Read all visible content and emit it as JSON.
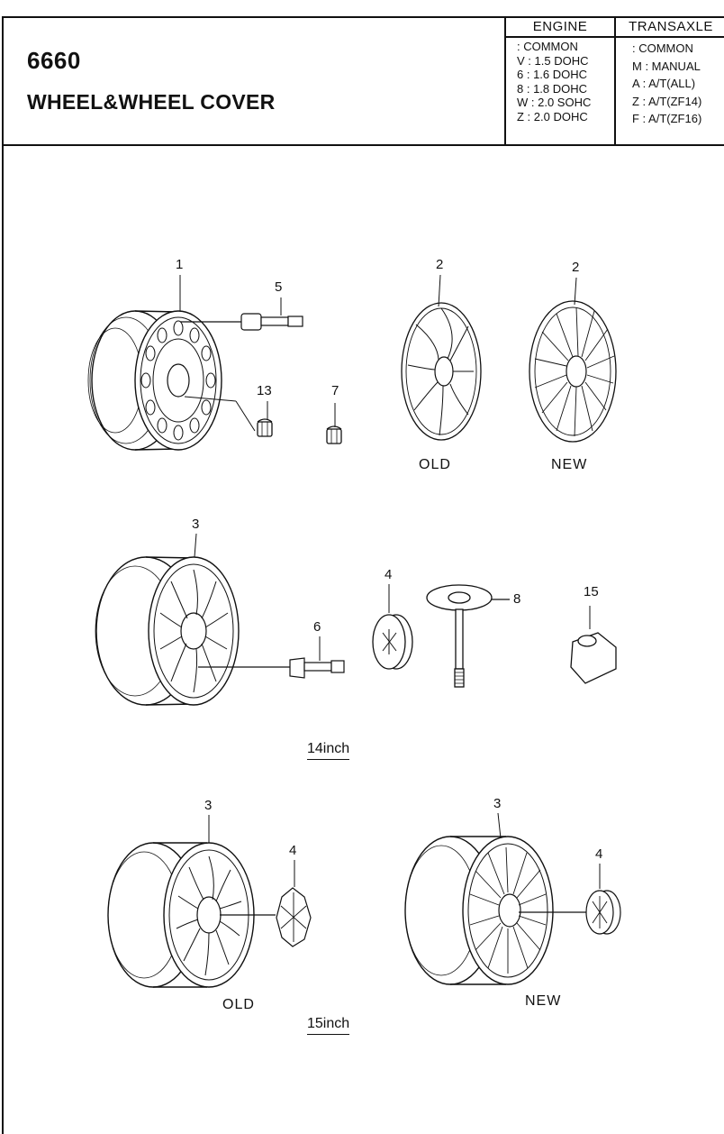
{
  "header": {
    "part_number": "6660",
    "title": "WHEEL&WHEEL COVER",
    "engine": {
      "heading": "ENGINE",
      "items": [
        ": COMMON",
        "V : 1.5 DOHC",
        "6 : 1.6 DOHC",
        "8 : 1.8 DOHC",
        "W : 2.0 SOHC",
        "Z : 2.0 DOHC"
      ]
    },
    "transaxle": {
      "heading": "TRANSAXLE",
      "items": [
        ": COMMON",
        "M : MANUAL",
        "A : A/T(ALL)",
        "Z : A/T(ZF14)",
        "F : A/T(ZF16)"
      ]
    }
  },
  "callouts": {
    "c1": "1",
    "c5": "5",
    "c13": "13",
    "c7": "7",
    "c2_old": "2",
    "c2_new": "2",
    "c3_14": "3",
    "c4_14": "4",
    "c8": "8",
    "c15": "15",
    "c6": "6",
    "c3_15_old": "3",
    "c4_15_old": "4",
    "c3_15_new": "3",
    "c4_15_new": "4"
  },
  "variants": {
    "cover_old": "OLD",
    "cover_new": "NEW",
    "wheel15_old": "OLD",
    "wheel15_new": "NEW"
  },
  "sections": {
    "inch14": "14inch",
    "inch15": "15inch"
  }
}
